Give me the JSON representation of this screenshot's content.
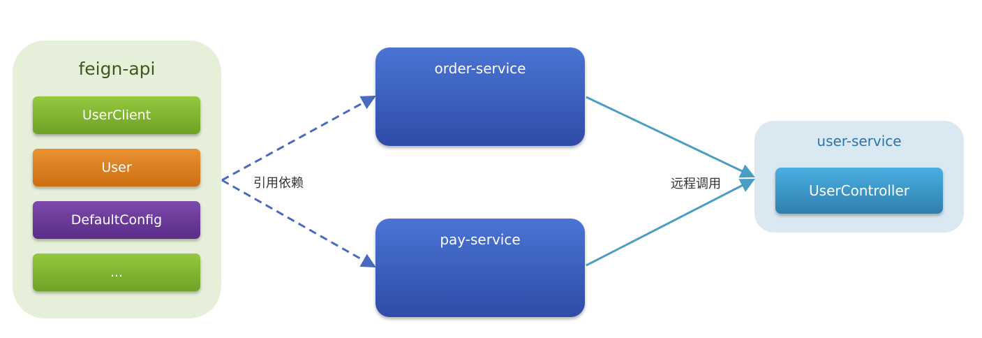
{
  "feign_api": {
    "title": "feign-api",
    "items": [
      "UserClient",
      "User",
      "DefaultConfig",
      "..."
    ]
  },
  "services": {
    "order": "order-service",
    "pay": "pay-service"
  },
  "user_service": {
    "title": "user-service",
    "controller": "UserController"
  },
  "edges": {
    "dependency_label": "引用依赖",
    "remote_call_label": "远程调用"
  },
  "colors": {
    "group_green": "#e6efd9",
    "group_blue": "#dae8f2",
    "service_blue": "#3a5ec0",
    "dashed_arrow": "#4a6bbd",
    "solid_arrow": "#4a9ec4"
  }
}
